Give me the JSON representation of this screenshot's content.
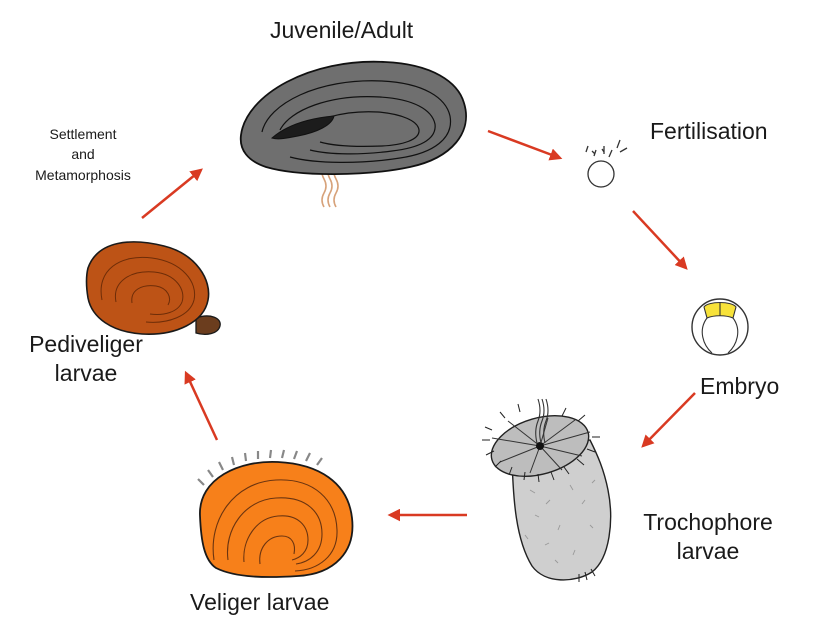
{
  "diagram": {
    "type": "life-cycle",
    "colors": {
      "arrow": "#d93a22",
      "adult_shell": "#6f6f6f",
      "adult_dark": "#1c1c1c",
      "pediveliger_shell": "#bd5316",
      "pediveliger_foot": "#6b3d1e",
      "veliger_shell": "#f7801a",
      "trochophore_body": "#cfcfcf",
      "embryo_yellow": "#f7e23a",
      "byssus": "#d7a27a"
    },
    "stages": {
      "adult": {
        "label": "Juvenile/Adult",
        "icon": "adult-oyster-shell"
      },
      "fertilisation": {
        "label": "Fertilisation",
        "icon": "egg-and-sperm"
      },
      "embryo": {
        "label": "Embryo",
        "icon": "embryo-cell"
      },
      "trochophore": {
        "label_line1": "Trochophore",
        "label_line2": "larvae",
        "icon": "trochophore-larva"
      },
      "veliger": {
        "label": "Veliger larvae",
        "icon": "veliger-larva"
      },
      "pediveliger": {
        "label_line1": "Pediveliger",
        "label_line2": "larvae",
        "icon": "pediveliger-larva"
      }
    },
    "transition": {
      "line1": "Settlement",
      "line2": "and",
      "line3": "Metamorphosis"
    }
  }
}
